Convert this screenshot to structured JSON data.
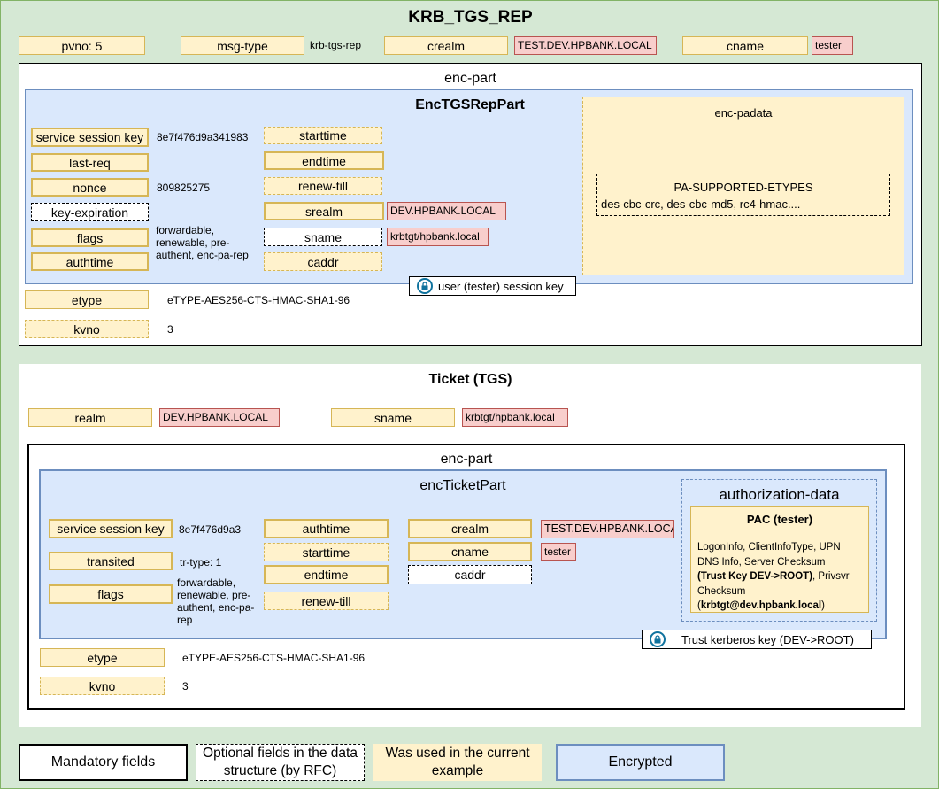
{
  "title": "KRB_TGS_REP",
  "header": {
    "pvno": "pvno: 5",
    "msg_type": "msg-type",
    "msg_type_value": "krb-tgs-rep",
    "crealm": "crealm",
    "crealm_value": "TEST.DEV.HPBANK.LOCAL",
    "cname": "cname",
    "cname_value": "tester"
  },
  "enc_part": {
    "label": "enc-part",
    "title": "EncTGSRepPart",
    "left_fields": [
      {
        "label": "service session key",
        "value": "8e7f476d9a341983"
      },
      {
        "label": "last-req",
        "value": ""
      },
      {
        "label": "nonce",
        "value": "809825275"
      },
      {
        "label": "key-expiration",
        "value": ""
      },
      {
        "label": "flags",
        "value": "forwardable, renewable, pre-authent, enc-pa-rep"
      },
      {
        "label": "authtime",
        "value": ""
      }
    ],
    "mid_fields": [
      {
        "label": "starttime",
        "value": ""
      },
      {
        "label": "endtime",
        "value": ""
      },
      {
        "label": "renew-till",
        "value": ""
      },
      {
        "label": "srealm",
        "value": "DEV.HPBANK.LOCAL"
      },
      {
        "label": "sname",
        "value": "krbtgt/hpbank.local"
      },
      {
        "label": "caddr",
        "value": ""
      }
    ],
    "enc_padata": {
      "label": "enc-padata",
      "pa_title": "PA-SUPPORTED-ETYPES",
      "pa_value": "des-cbc-crc, des-cbc-md5, rc4-hmac...."
    },
    "key_label": "user (tester) session key",
    "etype": "etype",
    "etype_value": "eTYPE-AES256-CTS-HMAC-SHA1-96",
    "kvno": "kvno",
    "kvno_value": "3"
  },
  "ticket": {
    "title": "Ticket (TGS)",
    "realm": "realm",
    "realm_value": "DEV.HPBANK.LOCAL",
    "sname": "sname",
    "sname_value": "krbtgt/hpbank.local",
    "enc_part_label": "enc-part",
    "enc_ticket_part": "encTicketPart",
    "left_fields": [
      {
        "label": "service session key",
        "value": "8e7f476d9a3"
      },
      {
        "label": "transited",
        "value": "tr-type: 1"
      },
      {
        "label": "flags",
        "value": "forwardable, renewable, pre-authent, enc-pa-rep"
      }
    ],
    "mid_fields": [
      {
        "label": "authtime"
      },
      {
        "label": "starttime"
      },
      {
        "label": "endtime"
      },
      {
        "label": "renew-till"
      }
    ],
    "right_fields": [
      {
        "label": "crealm",
        "value": "TEST.DEV.HPBANK.LOCAL"
      },
      {
        "label": "cname",
        "value": "tester"
      },
      {
        "label": "caddr",
        "value": ""
      }
    ],
    "auth_data": {
      "label": "authorization-data",
      "pac_title": "PAC (tester)",
      "line1": "LogonInfo, ClientInfoType, UPN",
      "line2": "DNS Info, Server Checksum",
      "line3_bold": "(Trust Key DEV->ROOT)",
      "line3_rest": ",  Privsvr",
      "line4": "Checksum",
      "line5_open": "(",
      "line5_bold": "krbtgt@dev.hpbank.local",
      "line5_close": ")"
    },
    "key_label": "Trust kerberos key (DEV->ROOT)",
    "etype": "etype",
    "etype_value": "eTYPE-AES256-CTS-HMAC-SHA1-96",
    "kvno": "kvno",
    "kvno_value": "3"
  },
  "legend": {
    "mandatory": "Mandatory fields",
    "optional": "Optional fields in the data structure (by RFC)",
    "used": "Was used in the current example",
    "encrypted": "Encrypted"
  },
  "colors": {
    "background": "#d5e8d4",
    "field_fill": "#fff2cc",
    "field_border": "#d6b656",
    "value_fill": "#f8cecc",
    "value_border": "#b85450",
    "encrypted_fill": "#dae8fc",
    "encrypted_border": "#6c8ebf",
    "lock_icon": "#10739e"
  }
}
